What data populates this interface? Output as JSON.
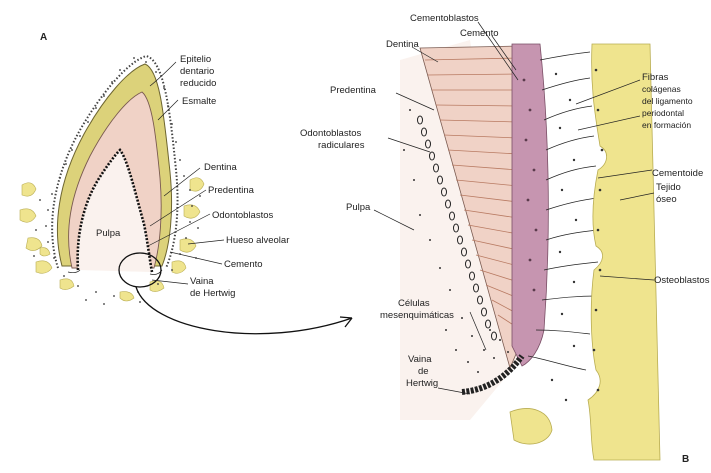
{
  "panels": {
    "a": "A",
    "b": "B"
  },
  "colors": {
    "enamel": "#dcd27a",
    "dentin": "#f0d2c6",
    "dentin_stripe": "#d9a48c",
    "bone": "#efe48e",
    "cementum": "#c695b0",
    "pulp": "#faf2ee",
    "ink": "#222222"
  },
  "left_labels": {
    "epitelio_1": "Epitelio",
    "epitelio_2": "dentario",
    "epitelio_3": "reducido",
    "esmalte": "Esmalte",
    "dentina": "Dentina",
    "predentina": "Predentina",
    "odontoblastos": "Odontoblastos",
    "hueso_alveolar": "Hueso alveolar",
    "cemento": "Cemento",
    "vaina_1": "Vaina",
    "vaina_2": "de Hertwig",
    "pulpa": "Pulpa"
  },
  "right_labels": {
    "cementoblastos": "Cementoblastos",
    "cemento": "Cemento",
    "dentina": "Dentina",
    "predentina": "Predentina",
    "odontoblastos_1": "Odontoblastos",
    "odontoblastos_2": "radiculares",
    "pulpa": "Pulpa",
    "celulas_1": "Células",
    "celulas_2": "mesenquimáticas",
    "vaina_1": "Vaina",
    "vaina_2": "de",
    "vaina_3": "Hertwig",
    "fibras_1": "Fibras",
    "fibras_2": "colágenas",
    "fibras_3": "del ligamento",
    "fibras_4": "periodontal",
    "fibras_5": "en formación",
    "cementoide": "Cementoide",
    "tejido_1": "Tejido",
    "tejido_2": "óseo",
    "osteoblastos": "Osteoblastos"
  }
}
